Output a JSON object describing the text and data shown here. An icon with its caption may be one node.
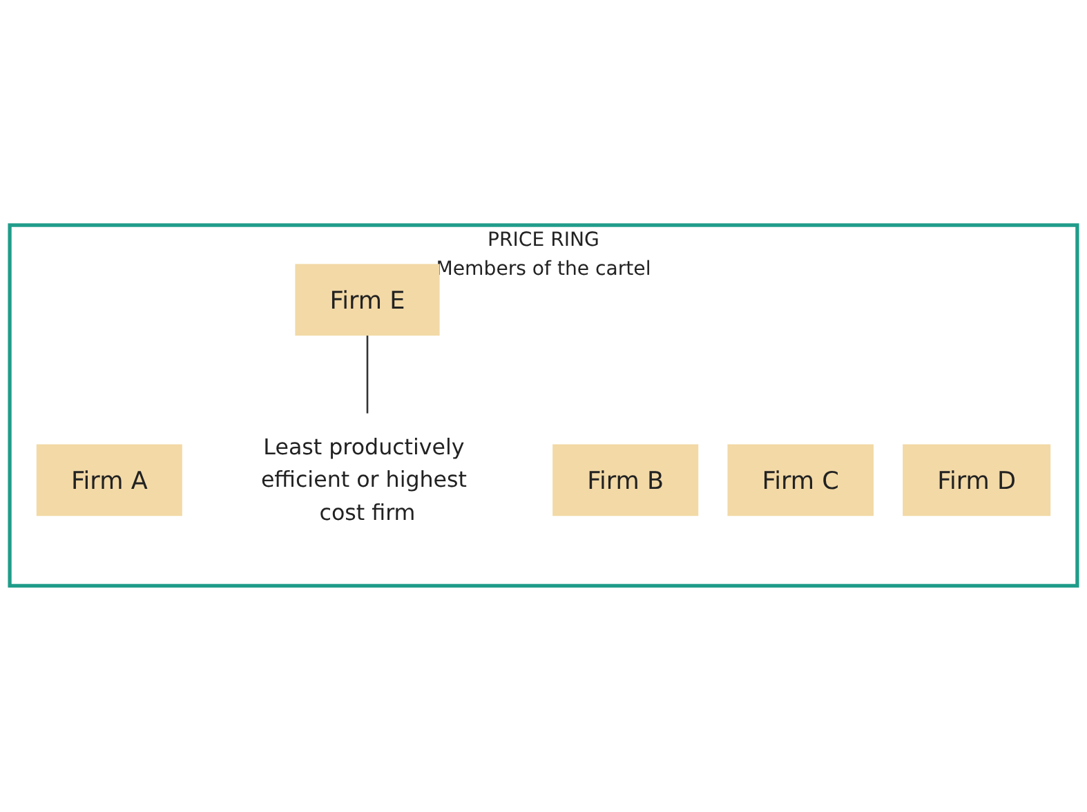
{
  "diagram": {
    "nodes": [
      {
        "text": [
          "PRICE RING",
          "Members of the cartel"
        ]
      },
      {
        "text": [
          "Firm A"
        ],
        "in": 0
      },
      {
        "text": [
          "Firm B"
        ],
        "in": 0
      },
      {
        "text": [
          "Firm C"
        ],
        "in": 0
      },
      {
        "text": [
          "Firm D"
        ],
        "in": 0
      },
      {
        "text": [
          "Firm E"
        ],
        "in": 0
      },
      {
        "text": [
          "Least productively efficient or highest cost firm"
        ],
        "in": 0
      }
    ],
    "edges": [
      {
        "from": 6,
        "to": 5,
        "arrow": "none"
      }
    ]
  }
}
